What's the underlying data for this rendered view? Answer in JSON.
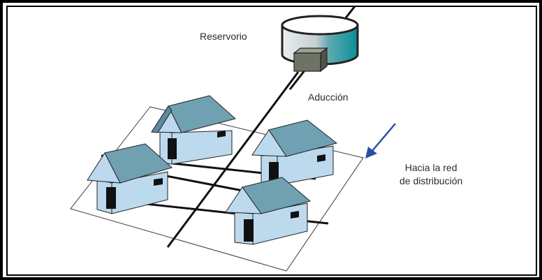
{
  "labels": {
    "reservoir": "Reservorio",
    "conduction": "Aducción",
    "to_network_line1": "Hacia la red",
    "to_network_line2": "de distribución"
  },
  "icons": [
    "reservoir-tank-icon",
    "house-icon",
    "arrow-icon"
  ],
  "colors": {
    "frame": "#000000",
    "pipe": "#111111",
    "roof": "#6fa1b3",
    "wall": "#bcd9ee",
    "tank_light": "#e6eaec",
    "tank_dark": "#0e9aa4",
    "valve": "#6e7465",
    "arrow": "#2a4fa0"
  }
}
